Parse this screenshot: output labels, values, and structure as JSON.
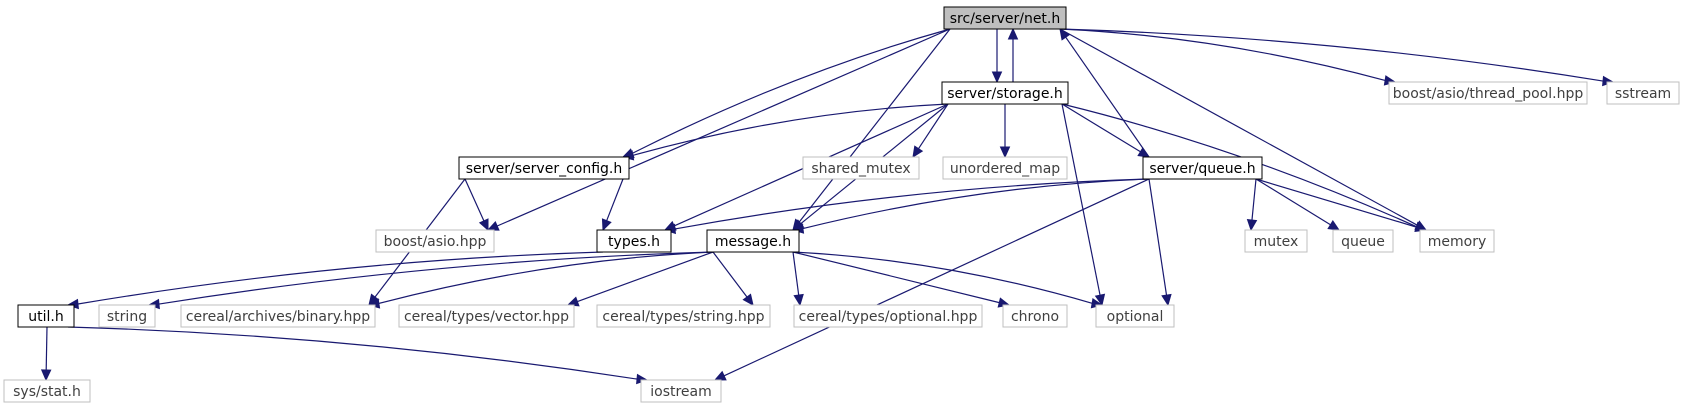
{
  "colors": {
    "edge": "#191970",
    "root_fill": "#bfbfbf",
    "external_border": "#bfbfbf",
    "primary_border": "#000000"
  },
  "nodes": [
    {
      "id": "net",
      "label": "src/server/net.h",
      "kind": "root"
    },
    {
      "id": "storage",
      "label": "server/storage.h",
      "kind": "primary"
    },
    {
      "id": "server_config",
      "label": "server/server_config.h",
      "kind": "primary"
    },
    {
      "id": "queue",
      "label": "server/queue.h",
      "kind": "primary"
    },
    {
      "id": "types",
      "label": "types.h",
      "kind": "primary"
    },
    {
      "id": "message",
      "label": "message.h",
      "kind": "primary"
    },
    {
      "id": "util",
      "label": "util.h",
      "kind": "primary"
    },
    {
      "id": "thread_pool",
      "label": "boost/asio/thread_pool.hpp",
      "kind": "external"
    },
    {
      "id": "sstream",
      "label": "sstream",
      "kind": "external"
    },
    {
      "id": "asio",
      "label": "boost/asio.hpp",
      "kind": "external"
    },
    {
      "id": "shared_mutex",
      "label": "shared_mutex",
      "kind": "external"
    },
    {
      "id": "unordered_map",
      "label": "unordered_map",
      "kind": "external"
    },
    {
      "id": "mutex",
      "label": "mutex",
      "kind": "external"
    },
    {
      "id": "queue_std",
      "label": "queue",
      "kind": "external"
    },
    {
      "id": "memory",
      "label": "memory",
      "kind": "external"
    },
    {
      "id": "string",
      "label": "string",
      "kind": "external"
    },
    {
      "id": "binary",
      "label": "cereal/archives/binary.hpp",
      "kind": "external"
    },
    {
      "id": "vector",
      "label": "cereal/types/vector.hpp",
      "kind": "external"
    },
    {
      "id": "cstring",
      "label": "cereal/types/string.hpp",
      "kind": "external"
    },
    {
      "id": "coptional",
      "label": "cereal/types/optional.hpp",
      "kind": "external"
    },
    {
      "id": "chrono",
      "label": "chrono",
      "kind": "external"
    },
    {
      "id": "optional",
      "label": "optional",
      "kind": "external"
    },
    {
      "id": "stat",
      "label": "sys/stat.h",
      "kind": "external"
    },
    {
      "id": "iostream",
      "label": "iostream",
      "kind": "external"
    }
  ],
  "edges": [
    {
      "from": "net",
      "to": "storage"
    },
    {
      "from": "storage",
      "to": "net"
    },
    {
      "from": "net",
      "to": "server_config"
    },
    {
      "from": "net",
      "to": "asio"
    },
    {
      "from": "net",
      "to": "message"
    },
    {
      "from": "net",
      "to": "thread_pool"
    },
    {
      "from": "net",
      "to": "sstream"
    },
    {
      "from": "net",
      "to": "memory"
    },
    {
      "from": "storage",
      "to": "server_config"
    },
    {
      "from": "storage",
      "to": "types"
    },
    {
      "from": "storage",
      "to": "message"
    },
    {
      "from": "storage",
      "to": "shared_mutex"
    },
    {
      "from": "storage",
      "to": "unordered_map"
    },
    {
      "from": "storage",
      "to": "optional"
    },
    {
      "from": "storage",
      "to": "queue"
    },
    {
      "from": "storage",
      "to": "memory"
    },
    {
      "from": "queue",
      "to": "net"
    },
    {
      "from": "queue",
      "to": "types"
    },
    {
      "from": "queue",
      "to": "message"
    },
    {
      "from": "queue",
      "to": "mutex"
    },
    {
      "from": "queue",
      "to": "queue_std"
    },
    {
      "from": "queue",
      "to": "memory"
    },
    {
      "from": "queue",
      "to": "optional"
    },
    {
      "from": "queue",
      "to": "iostream"
    },
    {
      "from": "server_config",
      "to": "asio"
    },
    {
      "from": "server_config",
      "to": "types"
    },
    {
      "from": "server_config",
      "to": "binary"
    },
    {
      "from": "types",
      "to": "util"
    },
    {
      "from": "message",
      "to": "string"
    },
    {
      "from": "message",
      "to": "binary"
    },
    {
      "from": "message",
      "to": "vector"
    },
    {
      "from": "message",
      "to": "cstring"
    },
    {
      "from": "message",
      "to": "coptional"
    },
    {
      "from": "message",
      "to": "chrono"
    },
    {
      "from": "message",
      "to": "optional"
    },
    {
      "from": "util",
      "to": "stat"
    },
    {
      "from": "util",
      "to": "iostream"
    }
  ]
}
